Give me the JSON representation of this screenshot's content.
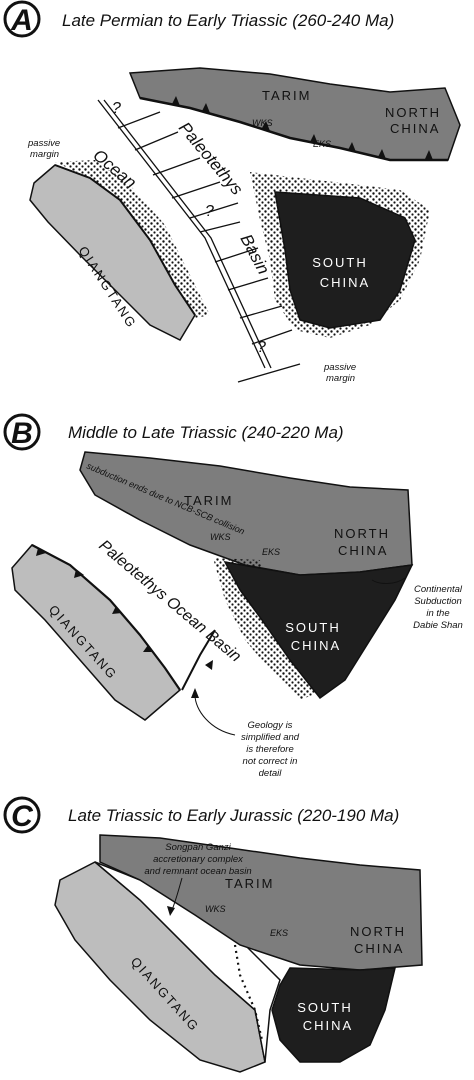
{
  "panels": [
    {
      "letter": "A",
      "title": "Late Permian to Early Triassic (260-240 Ma)",
      "blocks": {
        "tarim": "TARIM",
        "north_china_1": "NORTH",
        "north_china_2": "CHINA",
        "south_china_1": "SOUTH",
        "south_china_2": "CHINA",
        "qiangtang": "QIANGTANG"
      },
      "faults": {
        "wks": "WKS",
        "eks": "EKS"
      },
      "ocean_words": {
        "paleotethys": "Paleotethys",
        "ocean": "Ocean",
        "basin": "Basin"
      },
      "margin_labels": {
        "left_1": "passive",
        "left_2": "margin",
        "right_1": "passive",
        "right_2": "margin"
      },
      "ridge_marks": [
        "?",
        "?",
        "?"
      ]
    },
    {
      "letter": "B",
      "title": "Middle to Late Triassic (240-220 Ma)",
      "blocks": {
        "tarim": "TARIM",
        "north_china_1": "NORTH",
        "north_china_2": "CHINA",
        "south_china_1": "SOUTH",
        "south_china_2": "CHINA",
        "qiangtang": "QIANGTANG"
      },
      "faults": {
        "wks": "WKS",
        "eks": "EKS"
      },
      "subduction_note": "subduction ends due to NCB-SCB collision",
      "ocean_label": "Paleotethys Ocean Basin",
      "continental_note": [
        "Continental",
        "Subduction",
        "in the",
        "Dabie Shan"
      ],
      "geology_note": [
        "Geology is",
        "simplified and",
        "is therefore",
        "not correct in",
        "detail"
      ]
    },
    {
      "letter": "C",
      "title": "Late Triassic to Early Jurassic (220-190 Ma)",
      "blocks": {
        "tarim": "TARIM",
        "north_china_1": "NORTH",
        "north_china_2": "CHINA",
        "south_china_1": "SOUTH",
        "south_china_2": "CHINA",
        "qiangtang": "QIANGTANG"
      },
      "faults": {
        "wks": "WKS",
        "eks": "EKS"
      },
      "songpan_note": [
        "Songpan Ganzi",
        "accretionary complex",
        "and remnant ocean basin"
      ]
    }
  ],
  "colors": {
    "tarim_ncb": "#7d7d7d",
    "qiangtang": "#bdbdbd",
    "scb": "#1e1e1e",
    "ink": "#111111"
  }
}
